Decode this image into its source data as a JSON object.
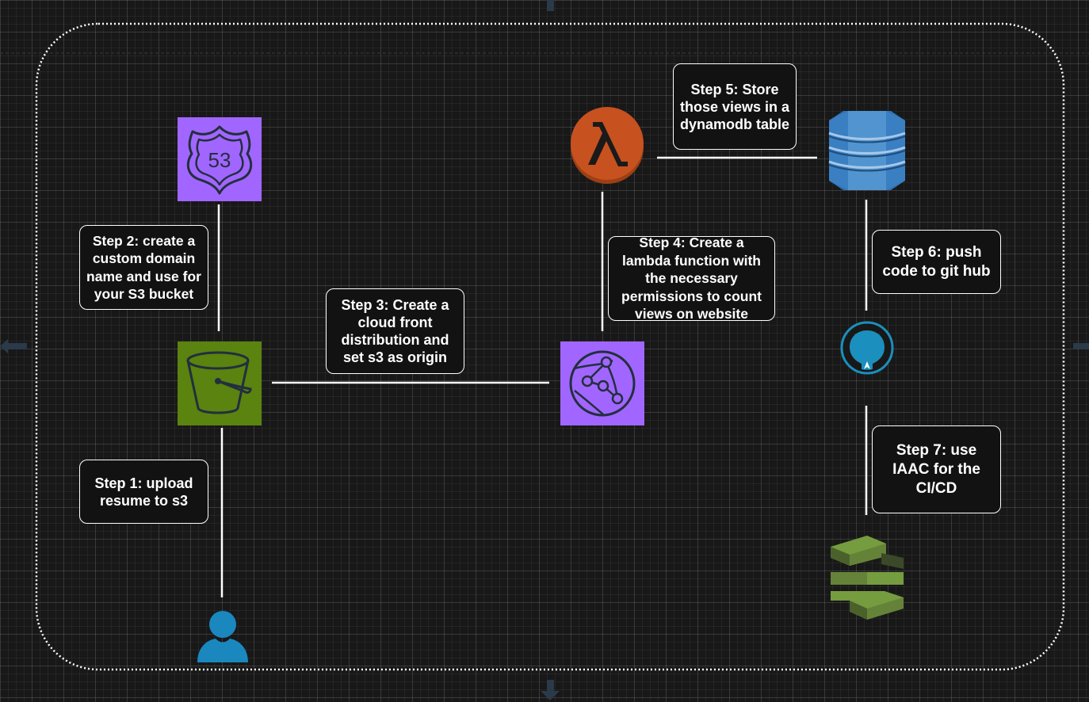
{
  "steps": {
    "step1": "Step 1: upload resume to s3",
    "step2": "Step 2: create a custom domain name and use for your S3 bucket",
    "step3": "Step 3: Create a cloud front distribution and set s3 as origin",
    "step4": "Step 4: Create a lambda function with the necessary permissions to count views on website",
    "step5": "Step 5: Store those views in a dynamodb table",
    "step6": "Step 6: push code to git hub",
    "step7": "Step 7: use IAAC for the CI/CD"
  },
  "icons": {
    "route53": "route53-icon",
    "s3": "s3-bucket-icon",
    "cloudfront": "cloudfront-icon",
    "lambda": "lambda-icon",
    "dynamodb": "dynamodb-icon",
    "github": "github-icon",
    "codepipeline": "codepipeline-icon",
    "user": "user-icon"
  },
  "route53_badge": "53",
  "colors": {
    "background": "#181818",
    "route53": "#a166ff",
    "s3": "#5a830f",
    "cloudfront": "#a166ff",
    "lambda": "#c7511f",
    "dynamodb": "#5294cf",
    "github": "#1b8fbd",
    "codepipeline": "#759c3e",
    "user": "#1a87bf",
    "connector": "#ffffff"
  }
}
